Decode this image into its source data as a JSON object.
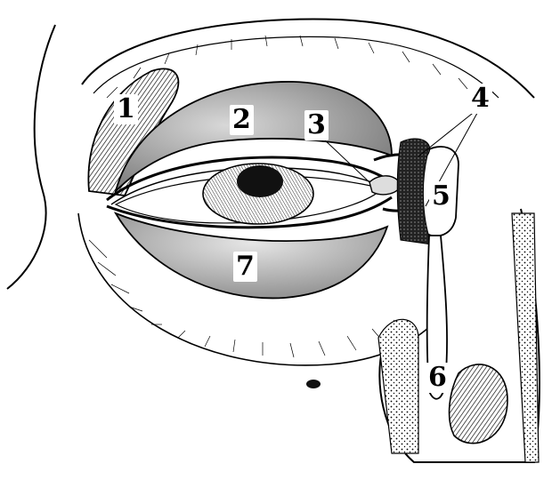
{
  "diagram": {
    "palette": {
      "ink": "#000000",
      "paper": "#ffffff",
      "shade": "#8a8a8a",
      "dark": "#1a1a1a"
    },
    "labels": [
      {
        "id": "label-1",
        "text": "1"
      },
      {
        "id": "label-2",
        "text": "2"
      },
      {
        "id": "label-3",
        "text": "3"
      },
      {
        "id": "label-4",
        "text": "4"
      },
      {
        "id": "label-5",
        "text": "5"
      },
      {
        "id": "label-6",
        "text": "6"
      },
      {
        "id": "label-7",
        "text": "7"
      }
    ]
  }
}
